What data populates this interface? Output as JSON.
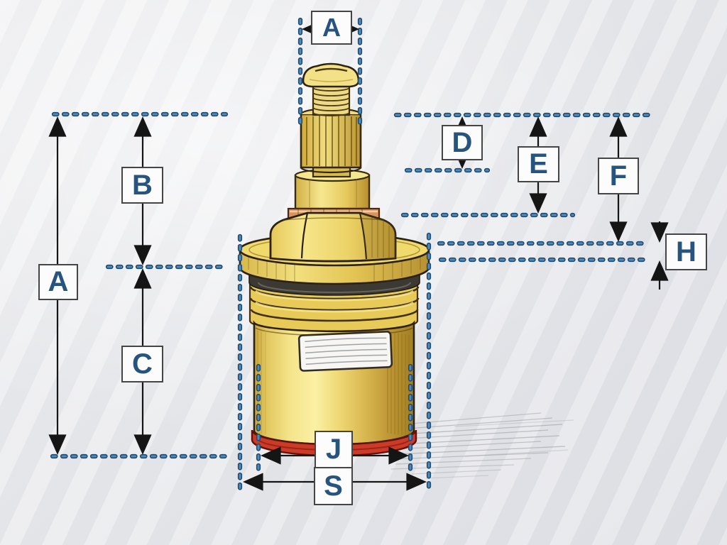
{
  "figure": {
    "type": "technical-dimension-diagram",
    "subject": "Brass tap valve cartridge illustration with dashed reference lines and lettered dimension call-outs",
    "labels": {
      "stem_width": "A",
      "overall_height": "A",
      "upper_section_height": "B",
      "lower_section_height": "C",
      "dim_d": "D",
      "dim_e": "E",
      "dim_f": "F",
      "flange_thickness": "H",
      "body_diameter": "J",
      "overall_diameter": "S"
    },
    "colors": {
      "background": "#e9eaec",
      "dashed_line_fill": "#5588b4",
      "dashed_line_outline": "#1d4d74",
      "arrow": "#151515",
      "label_text": "#27537f",
      "label_box_background": "#fcfcfc",
      "label_box_border": "#454545",
      "brass_light": "#fbf0a4",
      "brass": "#e9cd5f",
      "brass_dark": "#b8922e",
      "copper_ring": "#d99a6e",
      "o_ring_black": "#3c3933",
      "seal_red": "#cc3b28",
      "label_window": "#f7f6f3"
    }
  }
}
